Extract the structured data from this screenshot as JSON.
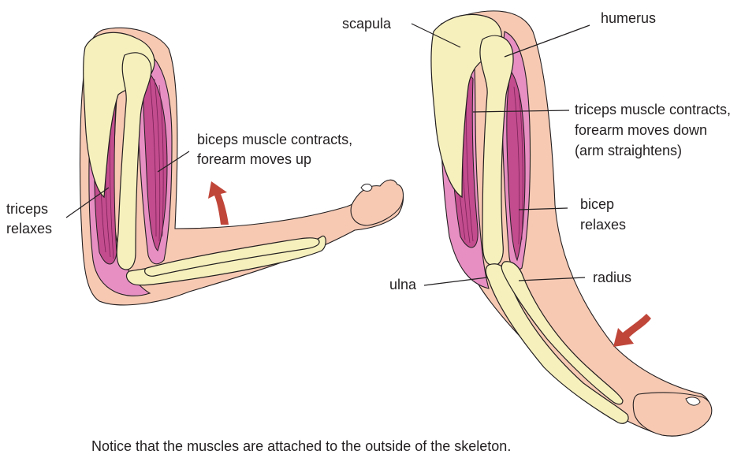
{
  "caption": "Notice that the muscles are attached to the outside of the skeleton.",
  "left_arm": {
    "labels": {
      "biceps_line1": "biceps muscle contracts,",
      "biceps_line2": "forearm moves up",
      "triceps_line1": "triceps",
      "triceps_line2": "relaxes"
    },
    "motion_arrow": "arrow-up-icon"
  },
  "right_arm": {
    "labels": {
      "scapula": "scapula",
      "humerus": "humerus",
      "triceps_line1": "triceps muscle contracts,",
      "triceps_line2": "forearm moves down",
      "triceps_line3": "(arm straightens)",
      "bicep_line1": "bicep",
      "bicep_line2": "relaxes",
      "ulna": "ulna",
      "radius": "radius"
    },
    "motion_arrow": "arrow-down-icon"
  },
  "colors": {
    "skin": "#f7c9b3",
    "muscle": "#e78fc3",
    "muscle_belly": "#c24c8e",
    "bone": "#f6f0bd",
    "arrow": "#c0463a"
  }
}
